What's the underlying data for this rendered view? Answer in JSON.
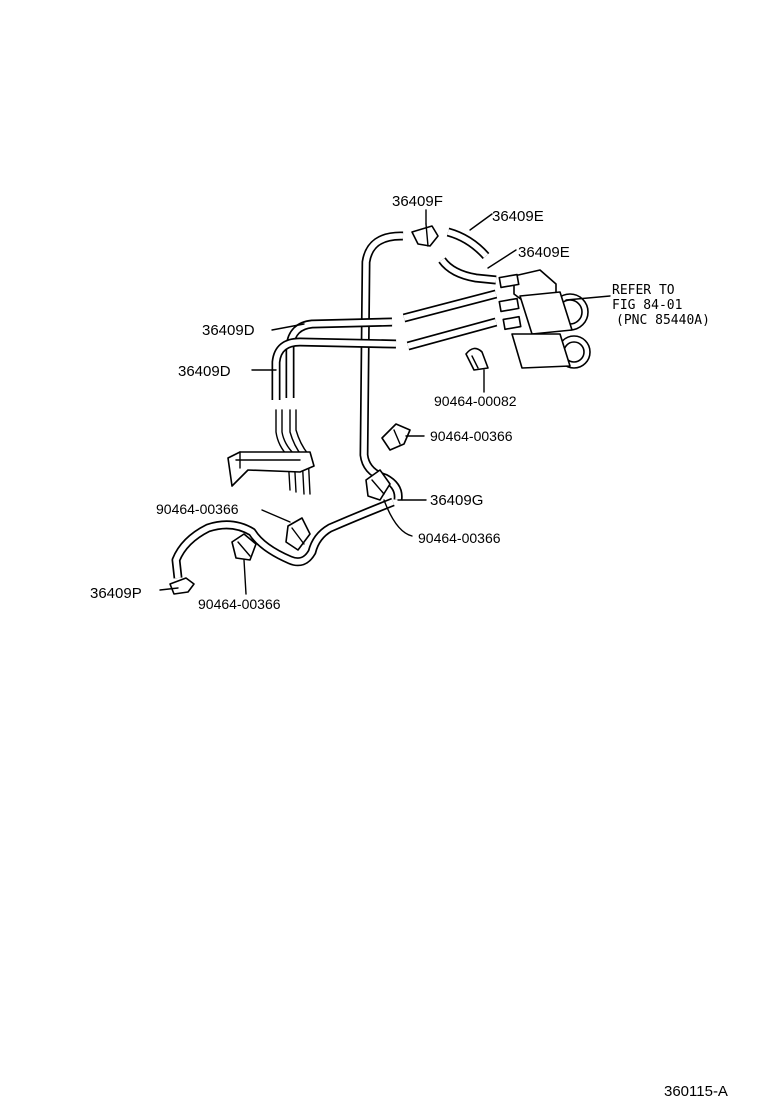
{
  "labels": {
    "p_36409F": "36409F",
    "p_36409E_top": "36409E",
    "p_36409E_mid": "36409E",
    "p_36409D_upper": "36409D",
    "p_36409D_lower": "36409D",
    "p_90464_00082": "90464-00082",
    "p_90464_00366_right": "90464-00366",
    "p_36409G": "36409G",
    "p_90464_00366_lowright": "90464-00366",
    "p_90464_00366_left": "90464-00366",
    "p_90464_00366_bottom": "90464-00366",
    "p_36409P": "36409P"
  },
  "reference_note": {
    "line1": "REFER TO",
    "line2": "FIG 84-01",
    "line3": "(PNC 85440A)"
  },
  "figure_number": "360115-A"
}
